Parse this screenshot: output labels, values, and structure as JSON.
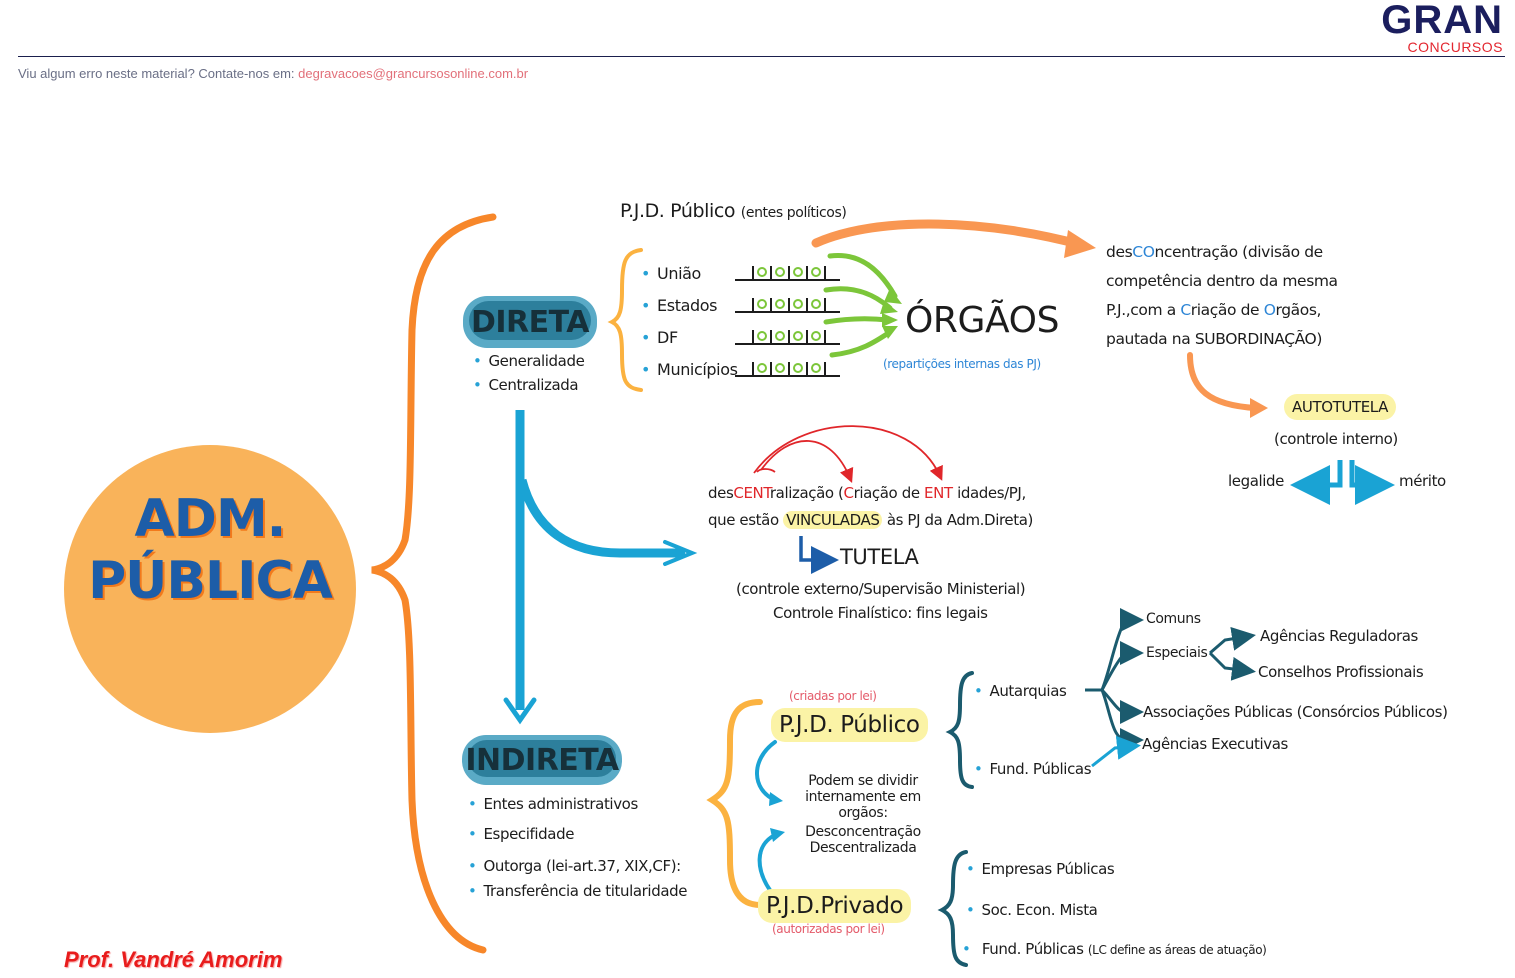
{
  "header": {
    "note_prefix": "Viu algum erro neste material? Contate-nos em: ",
    "contact_email": "degravacoes@grancursosonline.com.br",
    "logo_main": "GRAN",
    "logo_sub": "CONCURSOS"
  },
  "colors": {
    "orange": "#f7872a",
    "light_orange": "#f9b35a",
    "blue_arrow": "#1aa3d4",
    "teal": "#1b5b6e",
    "green": "#7cc63a",
    "red": "#e0262a",
    "highlight": "#fbf3a6"
  },
  "center": {
    "title_line1": "ADM.",
    "title_line2": "PÚBLICA"
  },
  "direta": {
    "label": "DIRETA",
    "bullets": [
      "Generalidade",
      "Centralizada"
    ],
    "pjd_title": "P.J.D. Público",
    "pjd_note": "(entes políticos)",
    "entes": [
      "União",
      "Estados",
      "DF",
      "Municípios"
    ],
    "orgaos": "ÓRGÃOS",
    "orgaos_note": "(repartições internas das PJ)",
    "desconc": {
      "p1": "des",
      "p2": "CO",
      "p3": "ncentração (divisão de",
      "line2": "competência dentro da mesma",
      "line3a": "P.J.,com a ",
      "line3b": "C",
      "line3c": "riação de ",
      "line3d": "O",
      "line3e": "rgãos,",
      "line4": "pautada na SUBORDINAÇÃO)"
    },
    "autotutela": "AUTOTUTELA",
    "autotutela_note": "(controle interno)",
    "legalidade": "legalide",
    "merito": "mérito"
  },
  "descentralizacao": {
    "a": "des",
    "b": "CENT",
    "c": "ralização (",
    "d": "C",
    "e": "riação de ",
    "f": "ENT",
    "g": " idades/PJ,",
    "line2a": "que estão ",
    "line2b": "VINCULADAS",
    "line2c": " às PJ da Adm.Direta)",
    "tutela": "TUTELA",
    "tutela_note1": "(controle externo/Supervisão Ministerial)",
    "tutela_note2": "Controle Finalístico: fins legais"
  },
  "indireta": {
    "label": "INDIRETA",
    "bullets": [
      "Entes administrativos",
      "Especifidade",
      "Outorga (lei-art.37, XIX,CF):",
      "Transferência de titularidade"
    ],
    "pjd_publico": "P.J.D. Público",
    "pjd_publico_note": "(criadas por lei)",
    "pjd_privado": "P.J.D.Privado",
    "pjd_privado_note": "(autorizadas por lei)",
    "middle_text": [
      "Podem se dividir",
      "internamente em",
      "orgãos:",
      "Desconcentração",
      "Descentralizada"
    ],
    "publico_items": [
      "Autarquias",
      "Fund. Públicas"
    ],
    "autarquias_tree": {
      "comuns": "Comuns",
      "especiais": "Especiais",
      "agencias_reguladoras": "Agências Reguladoras",
      "conselhos": "Conselhos Profissionais",
      "associacoes": "Associações Públicas (Consórcios Públicos)",
      "agencias_executivas": "Agências Executivas"
    },
    "privado_items": [
      "Empresas Públicas",
      "Soc. Econ. Mista",
      "Fund. Públicas"
    ],
    "privado_note": "(LC define as áreas de atuação)"
  },
  "author": "Prof. Vandré Amorim"
}
